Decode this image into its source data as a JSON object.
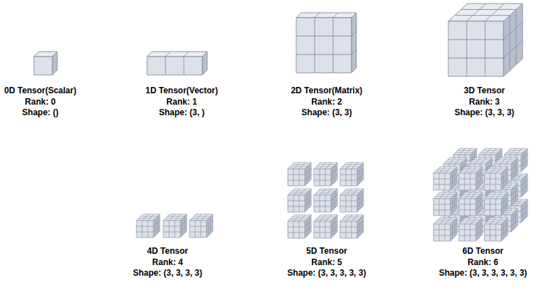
{
  "diagram": {
    "labels": [
      "0D Tensor(Scalar)",
      "Rank: 0",
      "Shape: ()",
      "1D Tensor(Vector)",
      "Rank: 1",
      "Shape: (3, )",
      "2D Tensor(Matrix)",
      "Rank: 2",
      "Shape: (3, 3)",
      "3D Tensor",
      "Rank: 3",
      "Shape: (3, 3, 3)",
      "4D Tensor",
      "Rank: 4",
      "Shape: (3, 3, 3, 3)",
      "5D Tensor",
      "Rank: 5",
      "Shape: (3, 3, 3, 3, 3)",
      "6D Tensor",
      "Rank: 6",
      "Shape: (3, 3, 3, 3, 3, 3)"
    ]
  }
}
